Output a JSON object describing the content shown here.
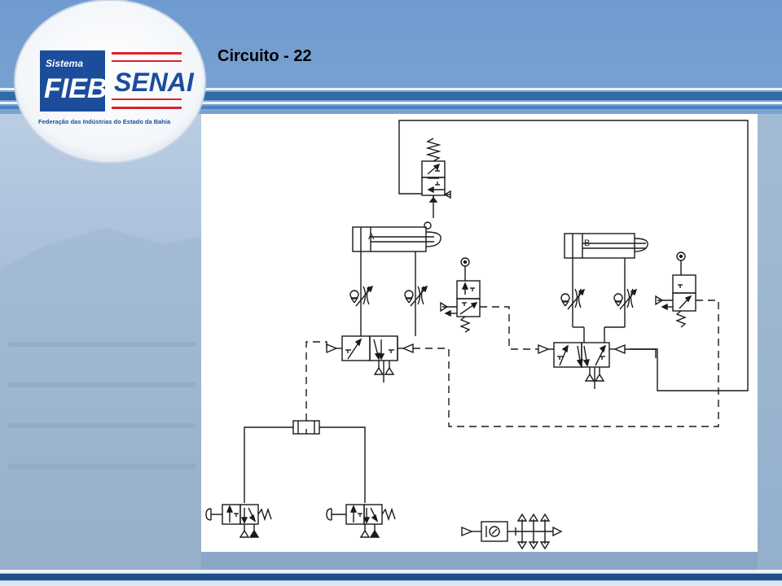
{
  "slide": {
    "title": "Circuito - 22"
  },
  "logo": {
    "top_text": "Sistema",
    "brand_left": "FIEB",
    "brand_right": "SENAI",
    "subtitle": "Federação das Indústrias do Estado da Bahia"
  },
  "diagram": {
    "cylinder_a_label": "A",
    "cylinder_b_label": "B"
  },
  "colors": {
    "background": "#8fb1d6",
    "header_stripe": "#2f6ba8",
    "footer_stripe": "#1f4f8a",
    "logo_blue": "#1b4d9b",
    "logo_red": "#d9242b",
    "diagram_line": "#1a1a1a"
  }
}
